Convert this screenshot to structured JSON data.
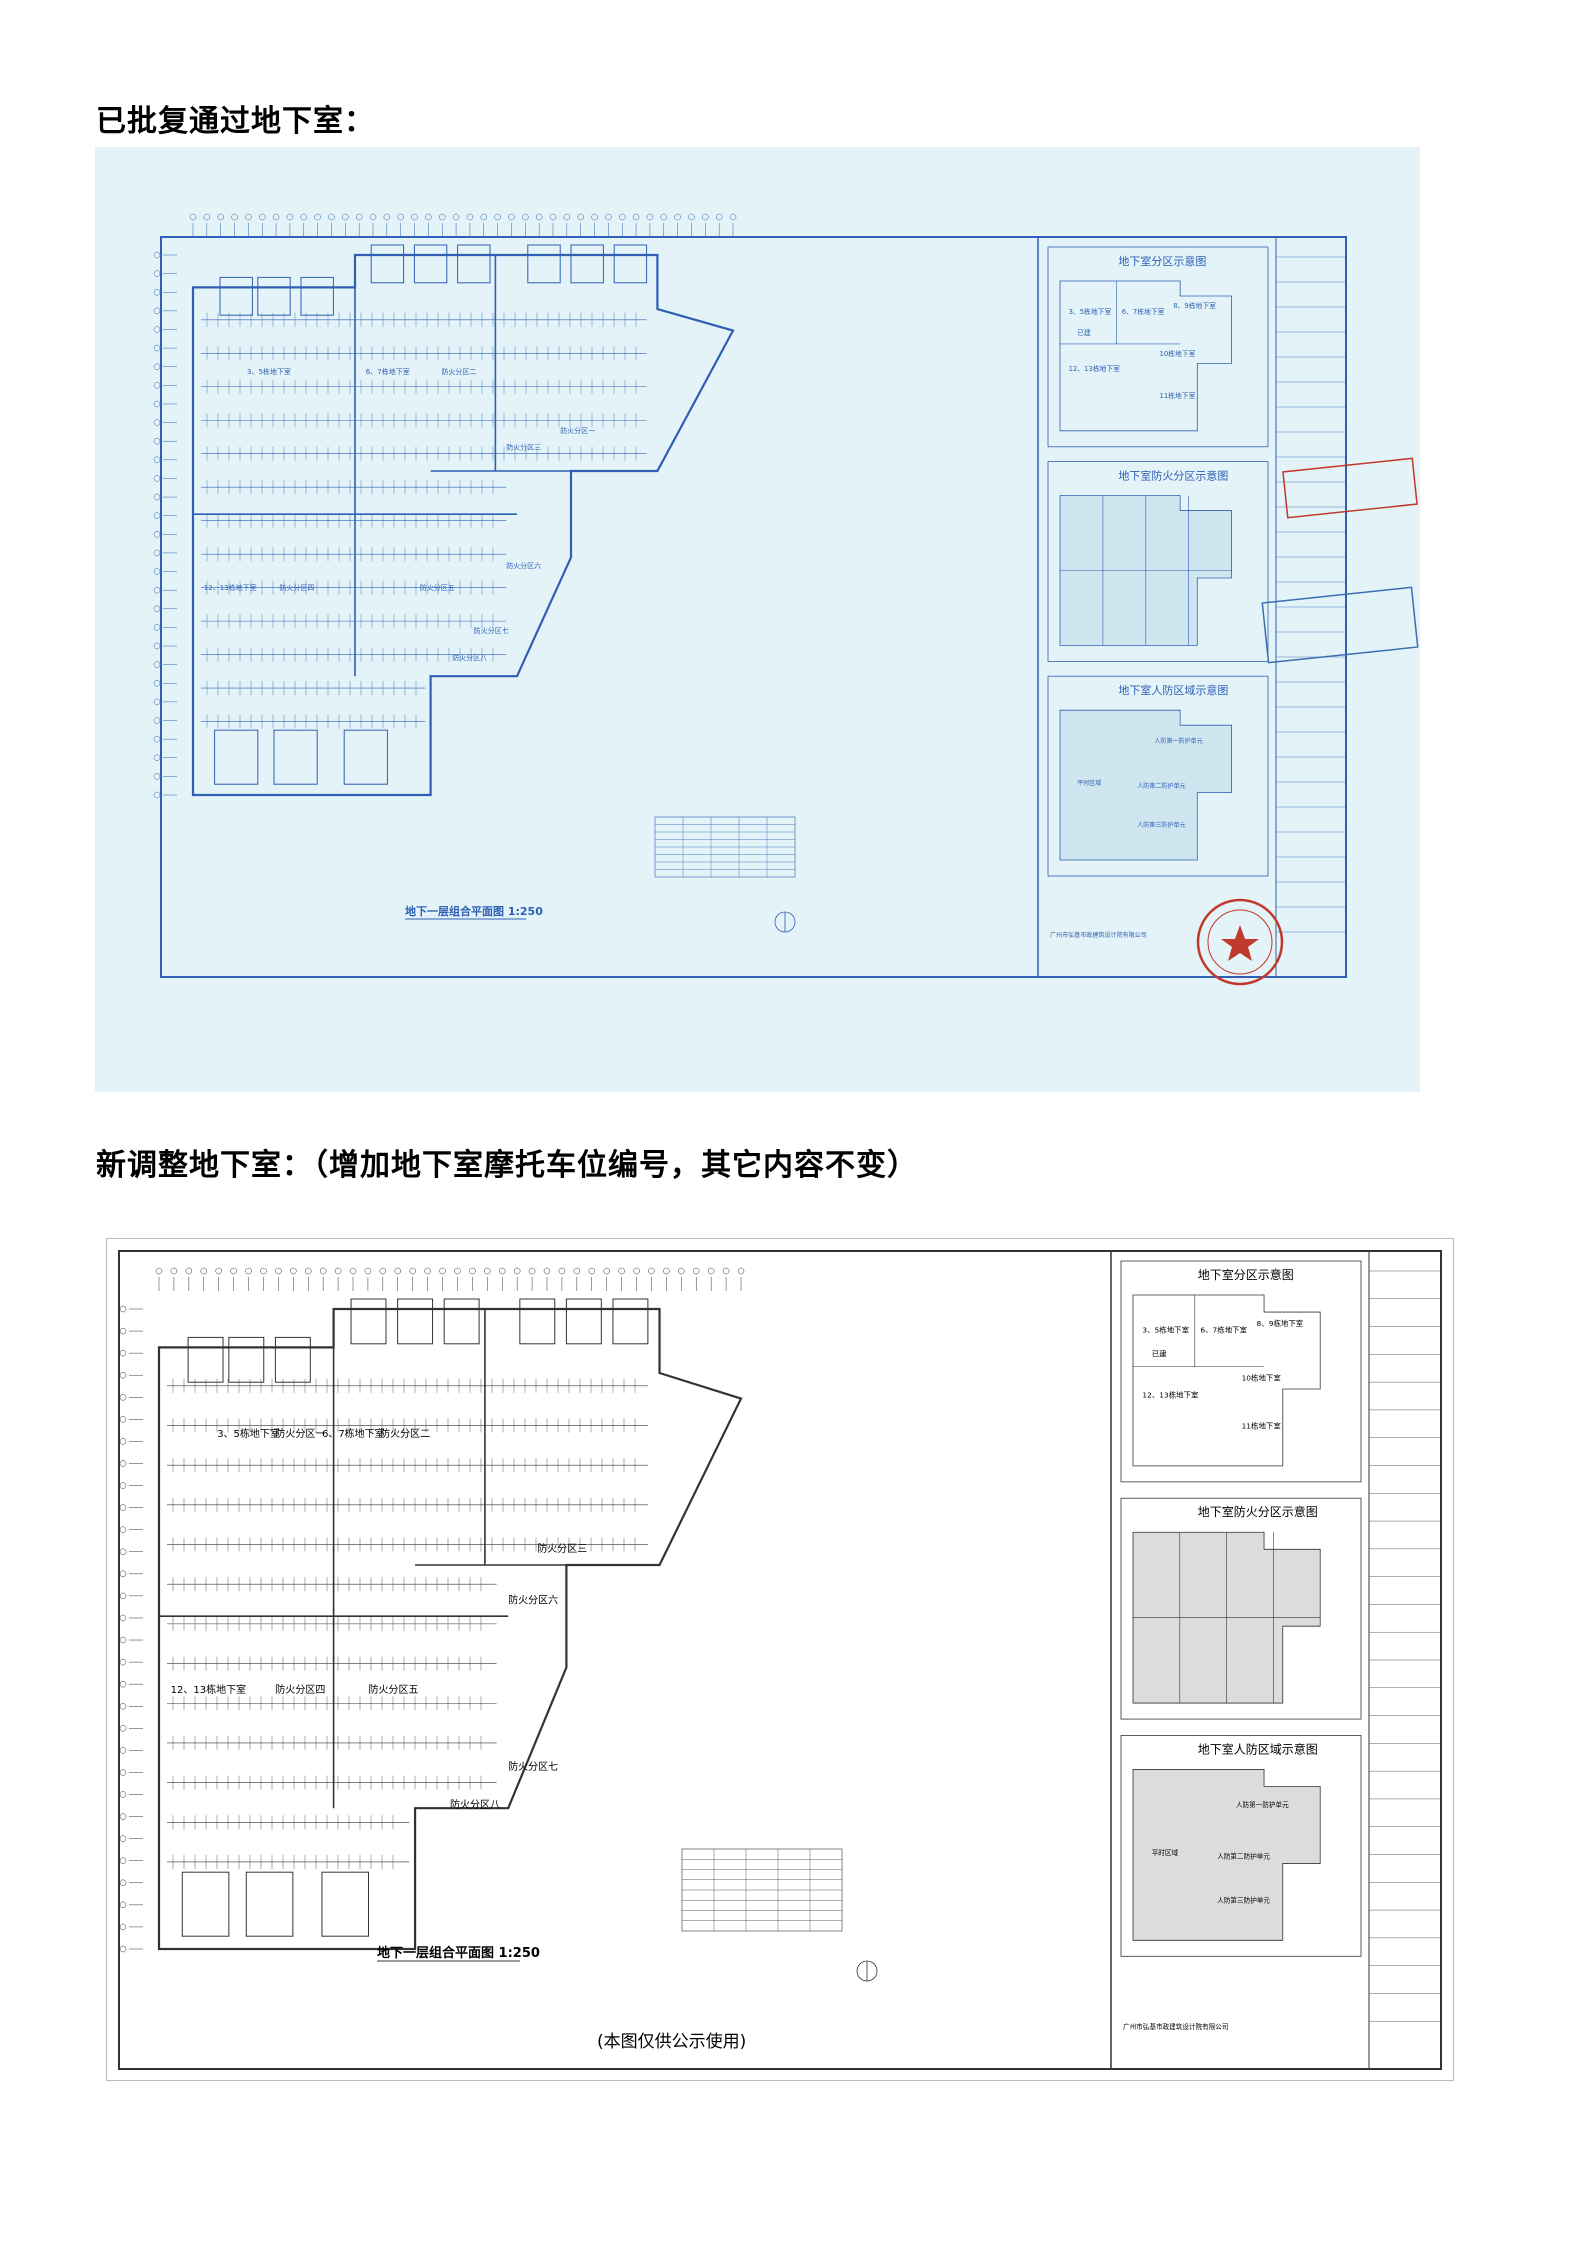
{
  "sections": [
    {
      "heading": "已批复通过地下室：",
      "plan": {
        "title": "地下一层组合平面图 1:250",
        "zones_diagram_title": "地下室分区示意图",
        "fire_zones_title": "地下室防火分区示意图",
        "civil_defense_title": "地下室人防区域示意图",
        "zone_labels": [
          "3、5栋地下室",
          "6、7栋地下室",
          "8、9栋地下室",
          "12、13栋地下室",
          "10栋地下室",
          "11栋地下室"
        ],
        "built_label": "已建",
        "plan_labels": [
          "防火分区一",
          "防火分区二",
          "防火分区三",
          "防火分区四",
          "防火分区五",
          "防火分区六",
          "防火分区七",
          "防火分区八",
          "12、13栋地下室",
          "3、5栋地下室",
          "6、7栋地下室"
        ],
        "civil_defense_labels": [
          "人防第一防护单元",
          "人防第二防护单元",
          "人防第三防护单元",
          "平时区域"
        ],
        "company": "广州市弘基市政建筑设计院有限公司"
      }
    },
    {
      "heading": "新调整地下室：（增加地下室摩托车位编号，其它内容不变）",
      "plan": {
        "title": "地下一层组合平面图 1:250",
        "zones_diagram_title": "地下室分区示意图",
        "fire_zones_title": "地下室防火分区示意图",
        "civil_defense_title": "地下室人防区域示意图",
        "zone_labels": [
          "3、5栋地下室",
          "6、7栋地下室",
          "8、9栋地下室",
          "12、13栋地下室",
          "10栋地下室",
          "11栋地下室"
        ],
        "built_label": "已建",
        "plan_labels": [
          "3、5栋地下室",
          "防火分区一",
          "6、7栋地下室",
          "防火分区二",
          "防火分区三",
          "防火分区四",
          "防火分区五",
          "防火分区六",
          "防火分区七",
          "防火分区八",
          "12、13栋地下室"
        ],
        "civil_defense_labels": [
          "人防第一防护单元",
          "人防第二防护单元",
          "人防第三防护单元",
          "平时区域"
        ],
        "company": "广州市弘基市政建筑设计院有限公司",
        "caption": "(本图仅供公示使用)"
      }
    }
  ],
  "colors": {
    "blueprint_bg": "#e3f3f8",
    "blueprint_line": "#2f5fb3",
    "stamp_red": "#c0392b",
    "drawing_line": "#333333"
  }
}
